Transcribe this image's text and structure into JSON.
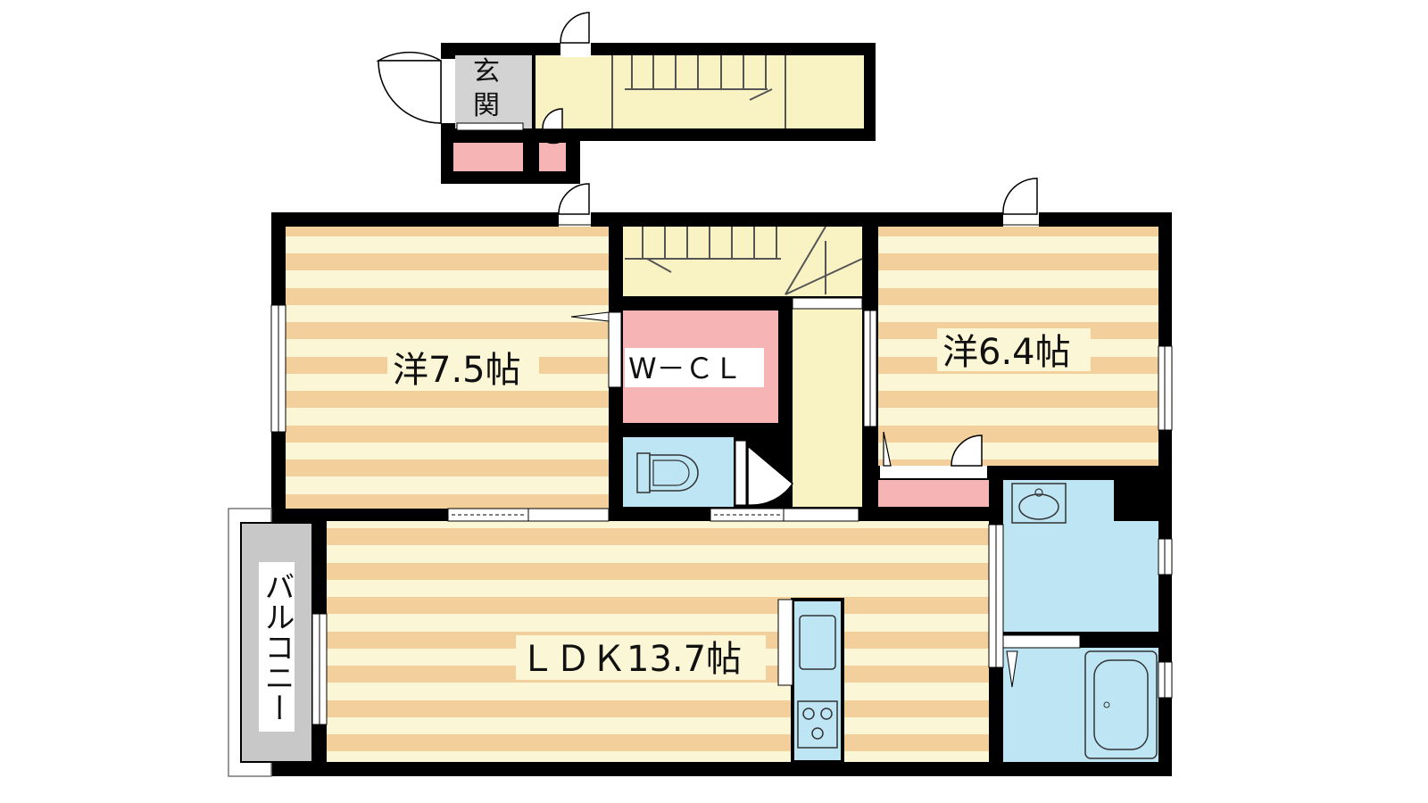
{
  "labels": {
    "entrance": "玄関",
    "western_room_1": "洋7.5帖",
    "western_room_2": "洋6.4帖",
    "walk_in_closet": "W－ＣＬ",
    "ldk": "ＬＤＫ13.7帖",
    "balcony": "バルコニー"
  },
  "colors": {
    "wall": "#000000",
    "floor_light": "#fbf6d5",
    "floor_stripe": "#f3cf9c",
    "hall_floor": "#f9f3c4",
    "storage_pink": "#f6b4b5",
    "wet_area_blue": "#bde5f4",
    "balcony_gray": "#c8c8c8",
    "entrance_gray": "#d3d3d3"
  }
}
